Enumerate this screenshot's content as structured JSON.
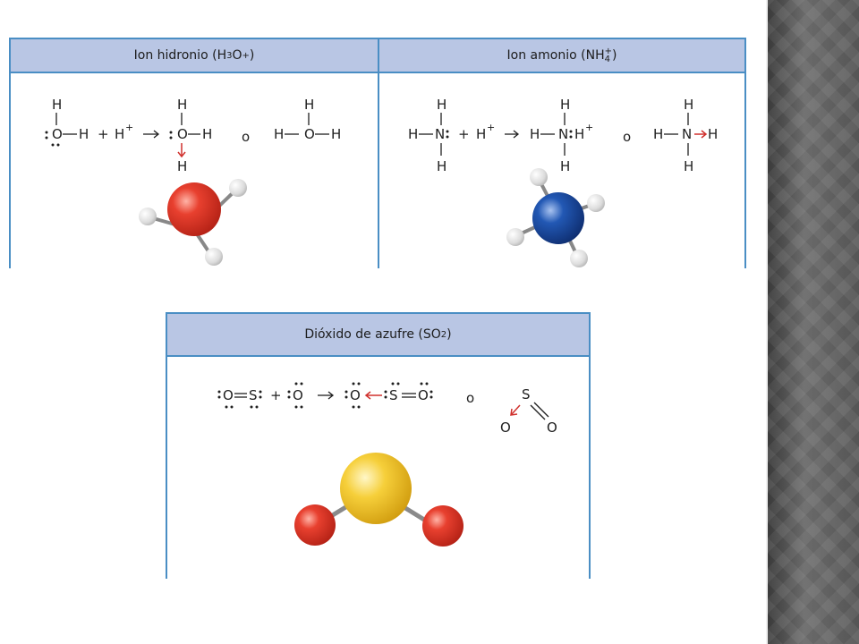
{
  "panels": {
    "hydronium": {
      "name": "Ion hidronio",
      "formula_pre": "H",
      "formula_sub": "3",
      "formula_post": "O",
      "formula_sup": "+",
      "close": ")"
    },
    "ammonium": {
      "name": "Ion amonio",
      "formula_pre": "NH",
      "formula_sup": "+",
      "formula_sub": "4",
      "close": ")"
    },
    "so2": {
      "name": "Dióxido de azufre",
      "formula_pre": "SO",
      "formula_sub": "2",
      "close": ")"
    }
  },
  "equation_text": {
    "H": "H",
    "O": "O",
    "N": "N",
    "S": "S",
    "plus": "+",
    "or": "o",
    "Hplus": "H",
    "sup_plus": "+"
  },
  "colors": {
    "oxygen": "#e03b2c",
    "nitrogen": "#1d4fa8",
    "sulfur": "#f2c62c",
    "hydrogen": "#e6e6e6",
    "coordinate_arrow": "#d0312d",
    "panel_border": "#4a8ec4",
    "panel_header": "#b9c6e4"
  }
}
